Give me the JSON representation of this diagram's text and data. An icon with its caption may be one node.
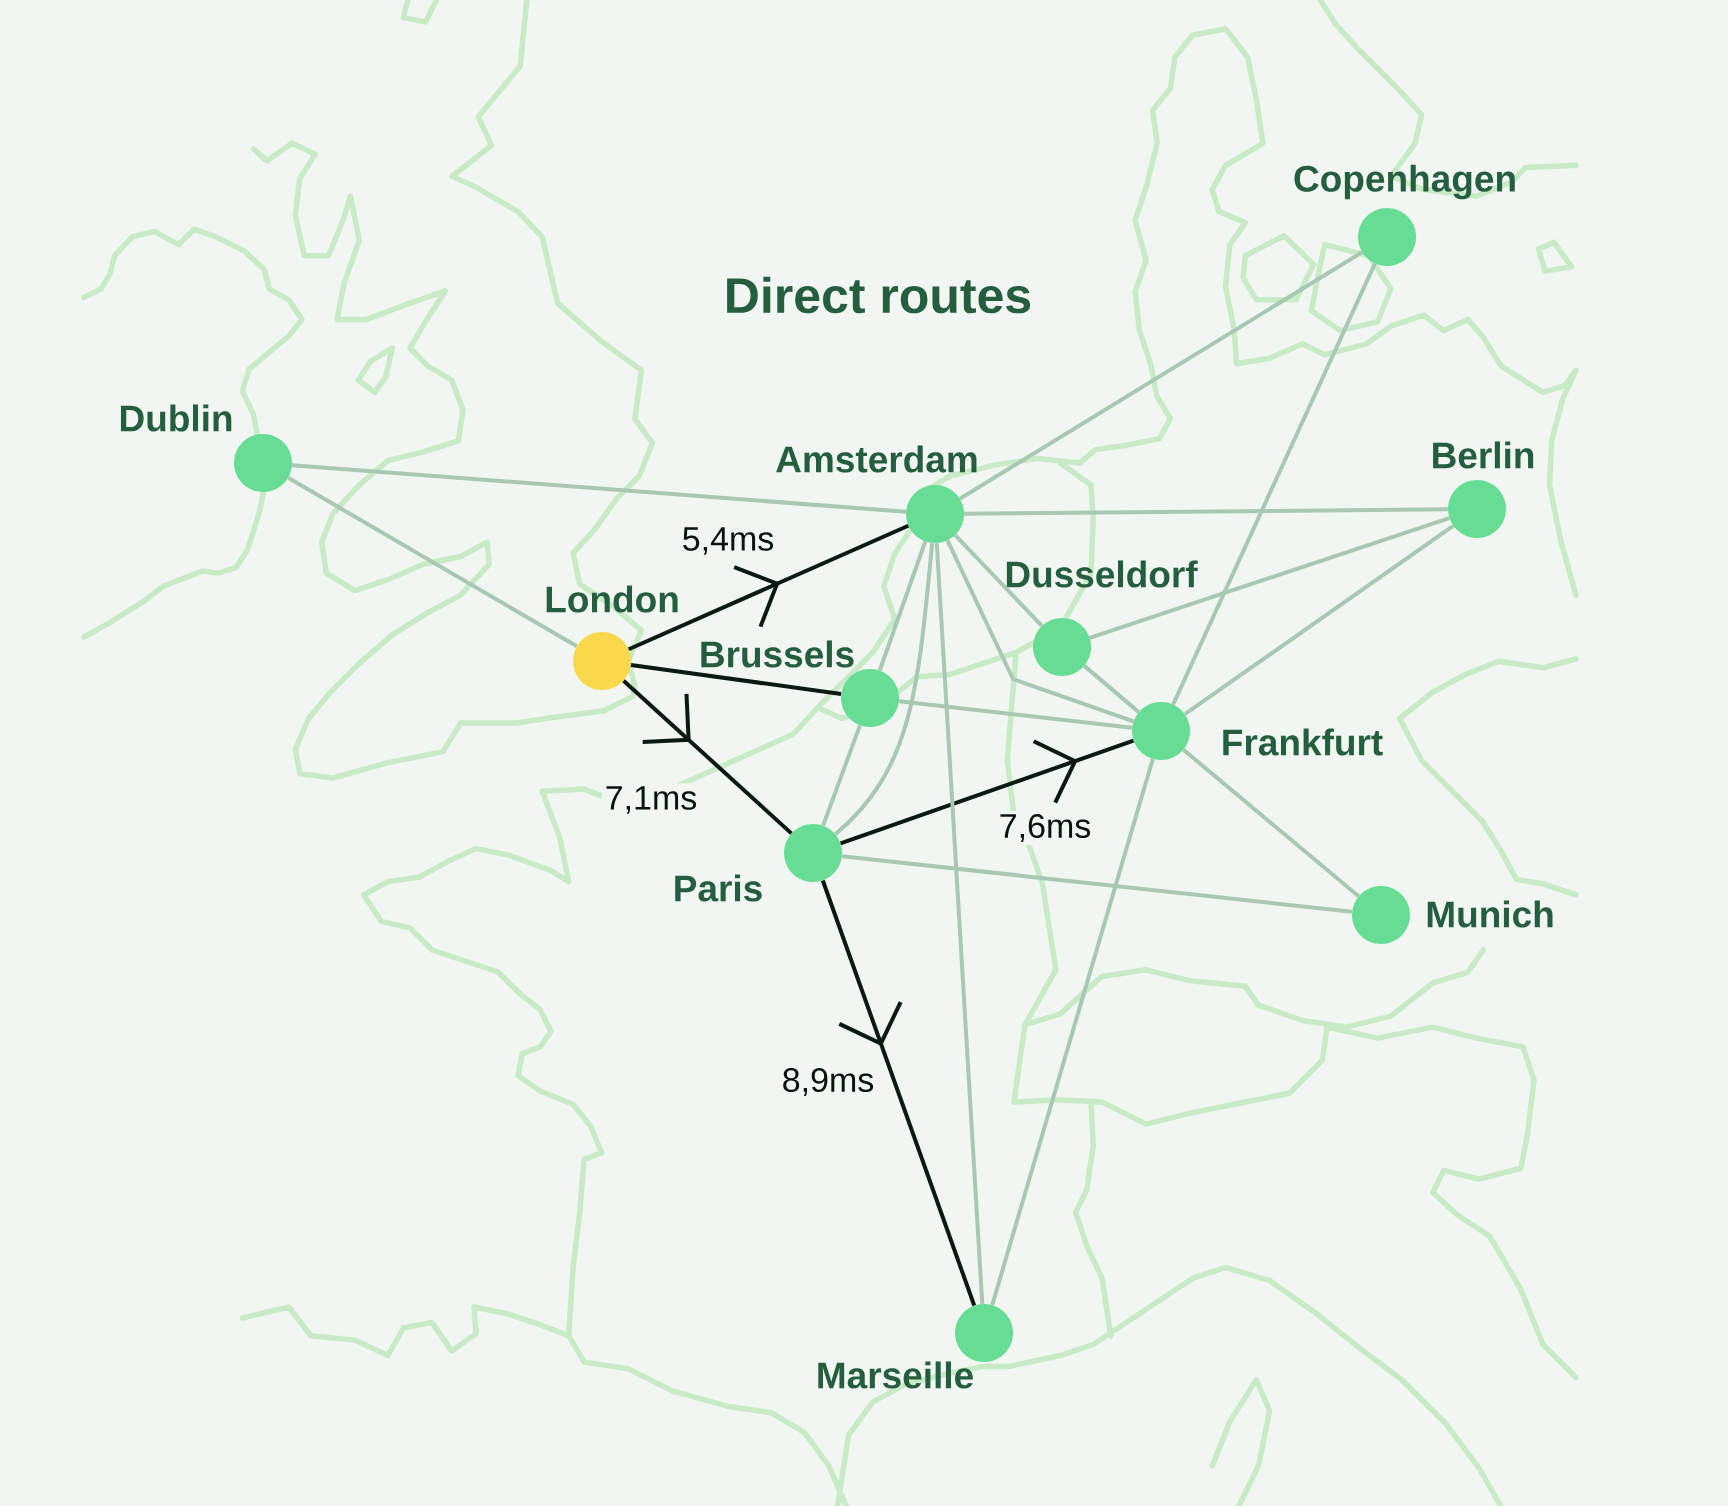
{
  "diagram": {
    "title": "Direct routes",
    "nodes": [
      {
        "text": [
          "Copenhagen"
        ]
      },
      {
        "text": [
          "Dublin"
        ]
      },
      {
        "text": [
          "Amsterdam"
        ]
      },
      {
        "text": [
          "Berlin"
        ]
      },
      {
        "text": [
          "Dusseldorf"
        ]
      },
      {
        "text": [
          "London"
        ]
      },
      {
        "text": [
          "Brussels"
        ]
      },
      {
        "text": [
          "Frankfurt"
        ]
      },
      {
        "text": [
          "Paris"
        ]
      },
      {
        "text": [
          "Munich"
        ]
      },
      {
        "text": [
          "Marseille"
        ]
      }
    ],
    "edges": [
      {
        "from": 5,
        "to": 2,
        "arrow": "to",
        "label": "5,4ms",
        "color": "#0b1a10"
      },
      {
        "from": 5,
        "to": 6,
        "arrow": "none",
        "color": "#0b1a10"
      },
      {
        "from": 5,
        "to": 8,
        "arrow": "to",
        "label": "7,1ms",
        "color": "#0b1a10"
      },
      {
        "from": 8,
        "to": 7,
        "arrow": "to",
        "label": "7,6ms",
        "color": "#0b1a10"
      },
      {
        "from": 8,
        "to": 10,
        "arrow": "to",
        "label": "8,9ms",
        "color": "#0b1a10"
      },
      {
        "from": 1,
        "to": 2,
        "arrow": "none"
      },
      {
        "from": 1,
        "to": 5,
        "arrow": "none"
      },
      {
        "from": 2,
        "to": 0,
        "arrow": "none"
      },
      {
        "from": 2,
        "to": 3,
        "arrow": "none"
      },
      {
        "from": 2,
        "to": 4,
        "arrow": "none"
      },
      {
        "from": 2,
        "to": 7,
        "arrow": "none"
      },
      {
        "from": 2,
        "to": 6,
        "arrow": "none"
      },
      {
        "from": 2,
        "to": 8,
        "arrow": "none"
      },
      {
        "from": 2,
        "to": 10,
        "arrow": "none"
      },
      {
        "from": 6,
        "to": 8,
        "arrow": "none"
      },
      {
        "from": 6,
        "to": 7,
        "arrow": "none"
      },
      {
        "from": 4,
        "to": 3,
        "arrow": "none"
      },
      {
        "from": 4,
        "to": 7,
        "arrow": "none"
      },
      {
        "from": 0,
        "to": 7,
        "arrow": "none"
      },
      {
        "from": 3,
        "to": 7,
        "arrow": "none"
      },
      {
        "from": 7,
        "to": 9,
        "arrow": "none"
      },
      {
        "from": 7,
        "to": 10,
        "arrow": "none"
      },
      {
        "from": 8,
        "to": 9,
        "arrow": "none"
      }
    ]
  }
}
